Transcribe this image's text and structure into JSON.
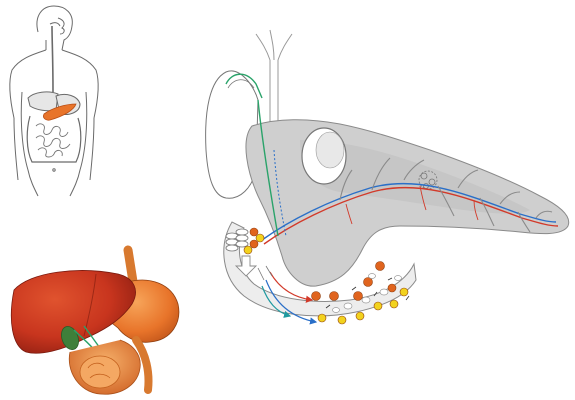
{
  "figure": {
    "panels": [
      {
        "name": "torso-digestive-system-sketch"
      },
      {
        "name": "liver-stomach-duodenum-illustration"
      },
      {
        "name": "pancreas-duct-cross-section-diagram"
      }
    ],
    "colors": {
      "outline": "#5a5a5a",
      "tissue_gray": "#cfcfcf",
      "liver_red": "#c8351e",
      "stomach_orange": "#e8742a",
      "duct_blue": "#2a6fc8",
      "duct_red": "#d23a2a",
      "duct_green": "#2aa36a",
      "enzyme_orange": "#e0641e",
      "enzyme_yellow": "#f2d21e"
    }
  }
}
